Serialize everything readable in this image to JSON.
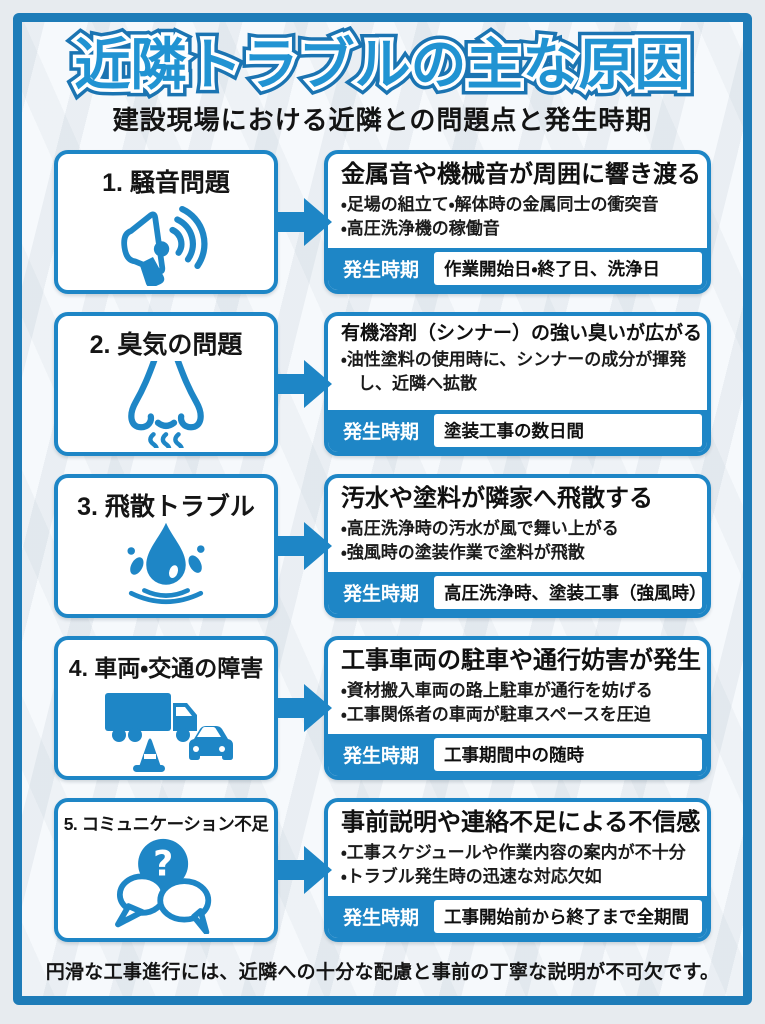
{
  "page": {
    "title": "近隣トラブルの主な原因",
    "subtitle": "建設現場における近隣との問題点と発生時期",
    "footer": "円滑な工事進行には、近隣への十分な配慮と事前の丁寧な説明が不可欠です。"
  },
  "period_label": "発生時期",
  "colors": {
    "primary_blue": "#1e86c6",
    "frame_blue": "#1e7cb8",
    "title_fill_blue": "#2193d2",
    "title_outline_blue": "#1b74b2",
    "text_black": "#141414",
    "background": "#f6f9fc"
  },
  "items": [
    {
      "label": "1. 騒音問題",
      "icon": "megaphone-icon",
      "headline": "金属音や機械音が周囲に響き渡る",
      "bullets": [
        "・足場の組立て・解体時の金属同士の衝突音",
        "・高圧洗浄機の稼働音"
      ],
      "period": "作業開始日・終了日、洗浄日"
    },
    {
      "label": "2. 臭気の問題",
      "icon": "nose-icon",
      "headline": "有機溶剤（シンナー）の強い臭いが広がる",
      "bullets": [
        "・油性塗料の使用時に、シンナーの成分が揮発し、近隣へ拡散"
      ],
      "period": "塗装工事の数日間"
    },
    {
      "label": "3. 飛散トラブル",
      "icon": "water-splash-icon",
      "headline": "汚水や塗料が隣家へ飛散する",
      "bullets": [
        "・高圧洗浄時の汚水が風で舞い上がる",
        "・強風時の塗装作業で塗料が飛散"
      ],
      "period": "高圧洗浄時、塗装工事（強風時）"
    },
    {
      "label": "4. 車両・交通の障害",
      "icon": "vehicles-icon",
      "headline": "工事車両の駐車や通行妨害が発生",
      "bullets": [
        "・資材搬入車両の路上駐車が通行を妨げる",
        "・工事関係者の車両が駐車スペースを圧迫"
      ],
      "period": "工事期間中の随時"
    },
    {
      "label": "5. コミュニケーション不足",
      "icon": "speech-bubbles-icon",
      "headline": "事前説明や連絡不足による不信感",
      "bullets": [
        "・工事スケジュールや作業内容の案内が不十分",
        "・トラブル発生時の迅速な対応欠如"
      ],
      "period": "工事開始前から終了まで全期間"
    }
  ],
  "icons": {
    "arrow": "arrow-right-icon"
  }
}
